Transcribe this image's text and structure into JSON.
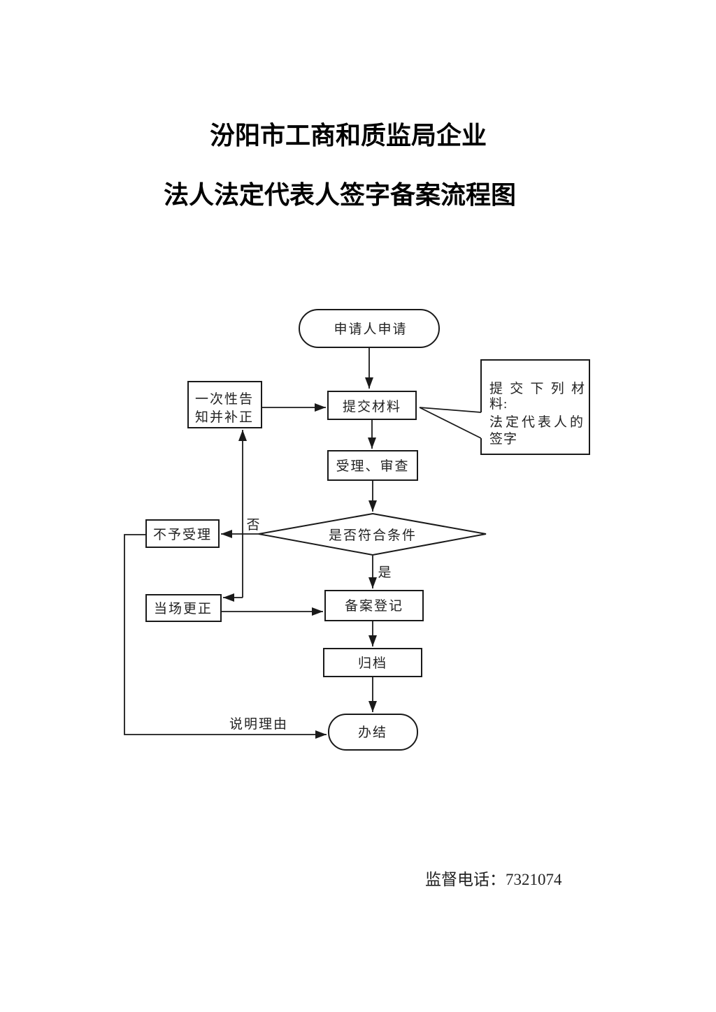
{
  "colors": {
    "background": "#ffffff",
    "ink": "#1a1a1a",
    "text": "#222222"
  },
  "title": {
    "line1": "汾阳市工商和质监局企业",
    "line2": "法人法定代表人签字备案流程图"
  },
  "flowchart": {
    "start_label": "申请人申请",
    "notify_line1": "一次性告",
    "notify_line2": "知并补正",
    "submit_label": "提交材料",
    "callout_line1": "提交下列材",
    "callout_line2": "料:",
    "callout_line3": "法定代表人的",
    "callout_line4": "签字",
    "review_label": "受理、审查",
    "decision_label": "是否符合条件",
    "no_label": "否",
    "yes_label": "是",
    "reject_label": "不予受理",
    "correct_label": "当场更正",
    "register_label": "备案登记",
    "archive_label": "归档",
    "finish_label": "办结",
    "reason_label": "说明理由"
  },
  "footer": {
    "supervision_phone": "监督电话：7321074"
  }
}
